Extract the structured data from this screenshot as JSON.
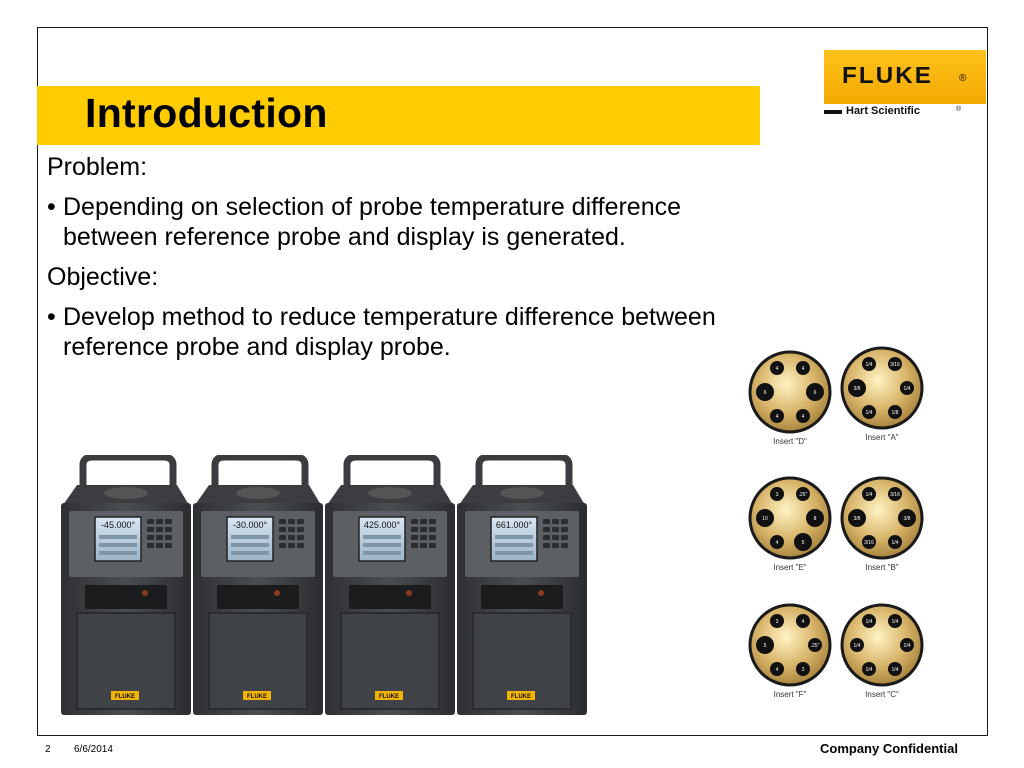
{
  "slide": {
    "title": "Introduction",
    "number": "2",
    "date": "6/6/2014",
    "confidential": "Company Confidential",
    "accent_color": "#ffcc00"
  },
  "logo": {
    "brand": "FLUKE",
    "registered": "®",
    "sub_brand": "Hart Scientific",
    "sub_registered": "®"
  },
  "content": {
    "problem_heading": "Problem:",
    "problem_bullet": "Depending on selection of probe temperature difference between reference probe and display is generated.",
    "objective_heading": "Objective:",
    "objective_bullet": "Develop method to reduce temperature difference between reference probe and display probe.",
    "bullet_symbol": "•"
  },
  "ovens": [
    {
      "display": "-45.000°"
    },
    {
      "display": "-30.000°"
    },
    {
      "display": "425.000°"
    },
    {
      "display": "661.000°"
    }
  ],
  "oven_badge": "FLUKE",
  "inserts": [
    {
      "label": "Insert \"D\"",
      "holes": [
        "4",
        "4",
        "6",
        "6",
        "4",
        "4"
      ]
    },
    {
      "label": "Insert \"A\"",
      "holes": [
        "1/4",
        "3/16",
        "3/8",
        "1/4",
        "1/4",
        "1/8"
      ]
    },
    {
      "label": "Insert \"E\"",
      "holes": [
        "3",
        ".25\"",
        "10",
        "8",
        "4",
        "5"
      ]
    },
    {
      "label": "Insert \"B\"",
      "holes": [
        "1/4",
        "3/16",
        "3/8",
        "3/8",
        "3/16",
        "1/4"
      ]
    },
    {
      "label": "Insert \"F\"",
      "holes": [
        "3",
        "4",
        "5",
        ".25\"",
        "4",
        "3"
      ]
    },
    {
      "label": "Insert \"C\"",
      "holes": [
        "1/4",
        "1/4",
        "1/4",
        "1/4",
        "1/4",
        "1/4"
      ]
    }
  ]
}
